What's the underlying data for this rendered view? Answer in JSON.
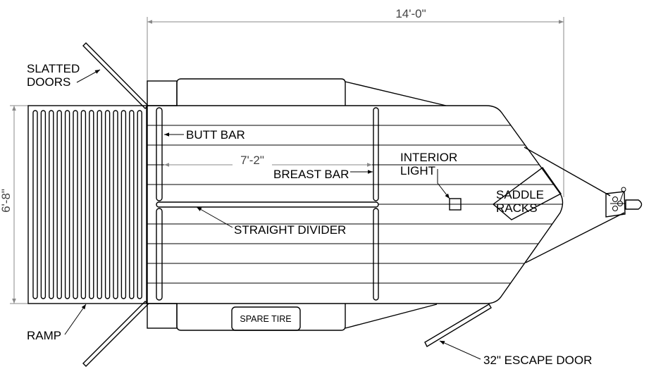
{
  "labels": {
    "overall_length": "14'-0\"",
    "width": "6'-8\"",
    "stall_length": "7'-2\"",
    "slatted_doors_line1": "SLATTED",
    "slatted_doors_line2": "DOORS",
    "butt_bar": "BUTT BAR",
    "breast_bar": "BREAST BAR",
    "interior_light_line1": "INTERIOR",
    "interior_light_line2": "LIGHT",
    "saddle_racks_line1": "SADDLE",
    "saddle_racks_line2": "RACKS",
    "straight_divider": "STRAIGHT DIVIDER",
    "spare_tire": "SPARE TIRE",
    "ramp": "RAMP",
    "escape_door": "32\" ESCAPE DOOR"
  },
  "colors": {
    "line": "#000000",
    "dimension": "#888888"
  }
}
